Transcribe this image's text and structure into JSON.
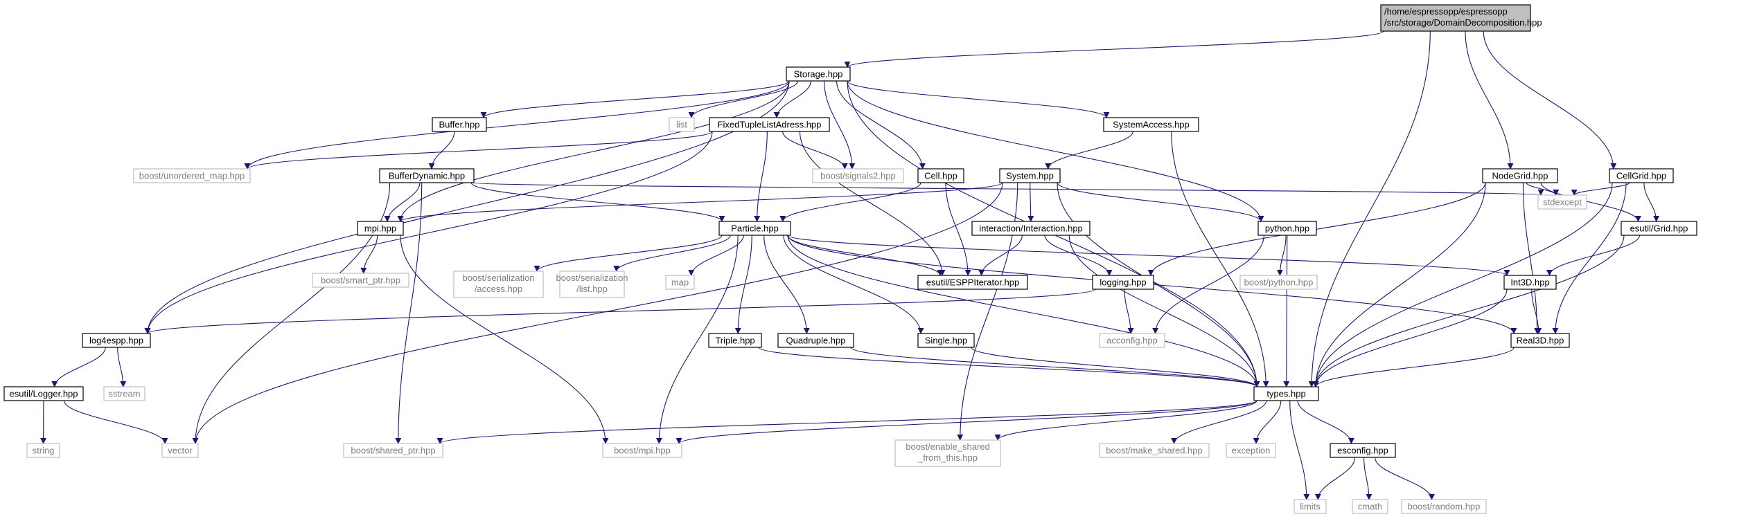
{
  "colors": {
    "edge": "#191970",
    "local_border": "#000000",
    "system_border": "#bfbfbf",
    "system_text": "#7f7f7f",
    "root_fill": "#bfbfbf"
  },
  "nodes": {
    "root": [
      "/home/espressopp/espressopp",
      "/src/storage/DomainDecomposition.hpp"
    ],
    "storage": [
      "Storage.hpp"
    ],
    "nodegrid": [
      "NodeGrid.hpp"
    ],
    "cellgrid": [
      "CellGrid.hpp"
    ],
    "buffer": [
      "Buffer.hpp"
    ],
    "list": [
      "list"
    ],
    "fixedtuple": [
      "FixedTupleListAdress.hpp"
    ],
    "systemaccess": [
      "SystemAccess.hpp"
    ],
    "unordered_map": [
      "boost/unordered_map.hpp"
    ],
    "bufferdynamic": [
      "BufferDynamic.hpp"
    ],
    "signals2": [
      "boost/signals2.hpp"
    ],
    "cell": [
      "Cell.hpp"
    ],
    "system": [
      "System.hpp"
    ],
    "stdexcept": [
      "stdexcept"
    ],
    "esutil_grid": [
      "esutil/Grid.hpp"
    ],
    "mpi": [
      "mpi.hpp"
    ],
    "particle": [
      "Particle.hpp"
    ],
    "interaction": [
      "interaction/Interaction.hpp"
    ],
    "python": [
      "python.hpp"
    ],
    "smart_ptr": [
      "boost/smart_ptr.hpp"
    ],
    "ser_access": [
      "boost/serialization",
      "/access.hpp"
    ],
    "ser_list": [
      "boost/serialization",
      "/list.hpp"
    ],
    "map": [
      "map"
    ],
    "esppiterator": [
      "esutil/ESPPIterator.hpp"
    ],
    "logging": [
      "logging.hpp"
    ],
    "boost_python": [
      "boost/python.hpp"
    ],
    "int3d": [
      "Int3D.hpp"
    ],
    "log4espp": [
      "log4espp.hpp"
    ],
    "acconfig": [
      "acconfig.hpp"
    ],
    "triple": [
      "Triple.hpp"
    ],
    "quadruple": [
      "Quadruple.hpp"
    ],
    "single": [
      "Single.hpp"
    ],
    "real3d": [
      "Real3D.hpp"
    ],
    "sstream": [
      "sstream"
    ],
    "esutil_logger": [
      "esutil/Logger.hpp"
    ],
    "types": [
      "types.hpp"
    ],
    "string": [
      "string"
    ],
    "vector": [
      "vector"
    ],
    "shared_ptr": [
      "boost/shared_ptr.hpp"
    ],
    "boost_mpi": [
      "boost/mpi.hpp"
    ],
    "enable_shared": [
      "boost/enable_shared",
      "_from_this.hpp"
    ],
    "make_shared": [
      "boost/make_shared.hpp"
    ],
    "exception": [
      "exception"
    ],
    "esconfig": [
      "esconfig.hpp"
    ],
    "limits": [
      "limits"
    ],
    "cmath": [
      "cmath"
    ],
    "random": [
      "boost/random.hpp"
    ]
  }
}
